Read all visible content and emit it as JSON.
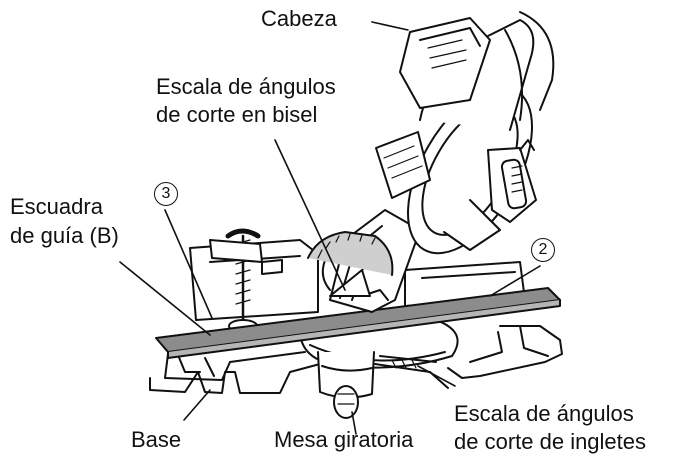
{
  "labels": {
    "head": "Cabeza",
    "bevel_scale_line1": "Escala de ángulos",
    "bevel_scale_line2": "de corte en bisel",
    "guide_square_line1": "Escuadra",
    "guide_square_line2": "de guía (B)",
    "base": "Base",
    "turntable": "Mesa giratoria",
    "miter_scale_line1": "Escala de ángulos",
    "miter_scale_line2": "de corte de ingletes"
  },
  "callouts": {
    "three": "3",
    "two": "2"
  },
  "colors": {
    "ink": "#111111",
    "paper": "#ffffff",
    "board": "#8c8c8c",
    "shade": "#cfcfcf"
  }
}
